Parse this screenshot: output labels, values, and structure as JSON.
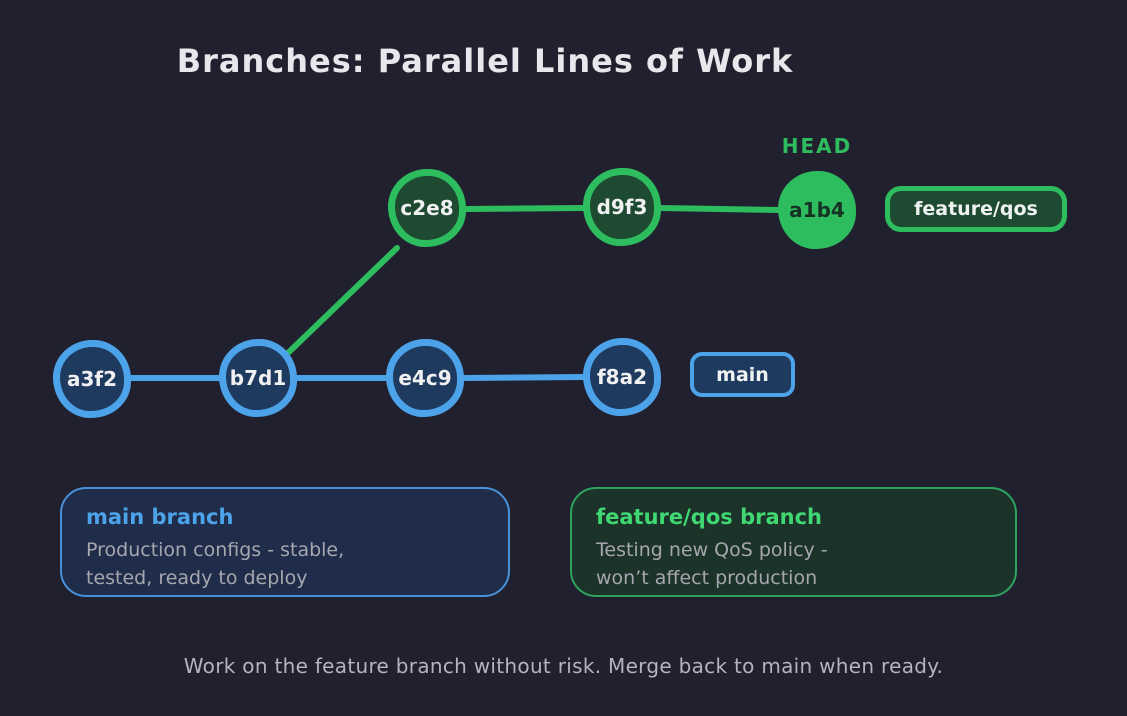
{
  "title": "Branches: Parallel Lines of Work",
  "colors": {
    "background": "#20202e",
    "main_branch_accent": "#4da3ea",
    "feature_branch_accent": "#2ebd5e",
    "main_node_fill": "#1e3a5f",
    "feature_node_fill": "#1d4a31",
    "head_node_fill": "#2ebd5e",
    "main_box_fill": "#1f2d4a",
    "feature_box_fill": "#1c3329",
    "title_text": "#e8e8ec",
    "body_text": "#a6a6ae"
  },
  "graph": {
    "head_label": "HEAD",
    "feature_branch": {
      "label": "feature/qos",
      "commits": [
        "c2e8",
        "d9f3",
        "a1b4"
      ]
    },
    "main_branch": {
      "label": "main",
      "commits": [
        "a3f2",
        "b7d1",
        "e4c9",
        "f8a2"
      ]
    }
  },
  "info_boxes": {
    "main": {
      "heading": "main branch",
      "line1": "Production configs - stable,",
      "line2": "tested, ready to deploy"
    },
    "feature": {
      "heading": "feature/qos branch",
      "line1": "Testing new QoS policy -",
      "line2": "won’t affect production"
    }
  },
  "footer": "Work on the feature branch without risk. Merge back to main when ready."
}
